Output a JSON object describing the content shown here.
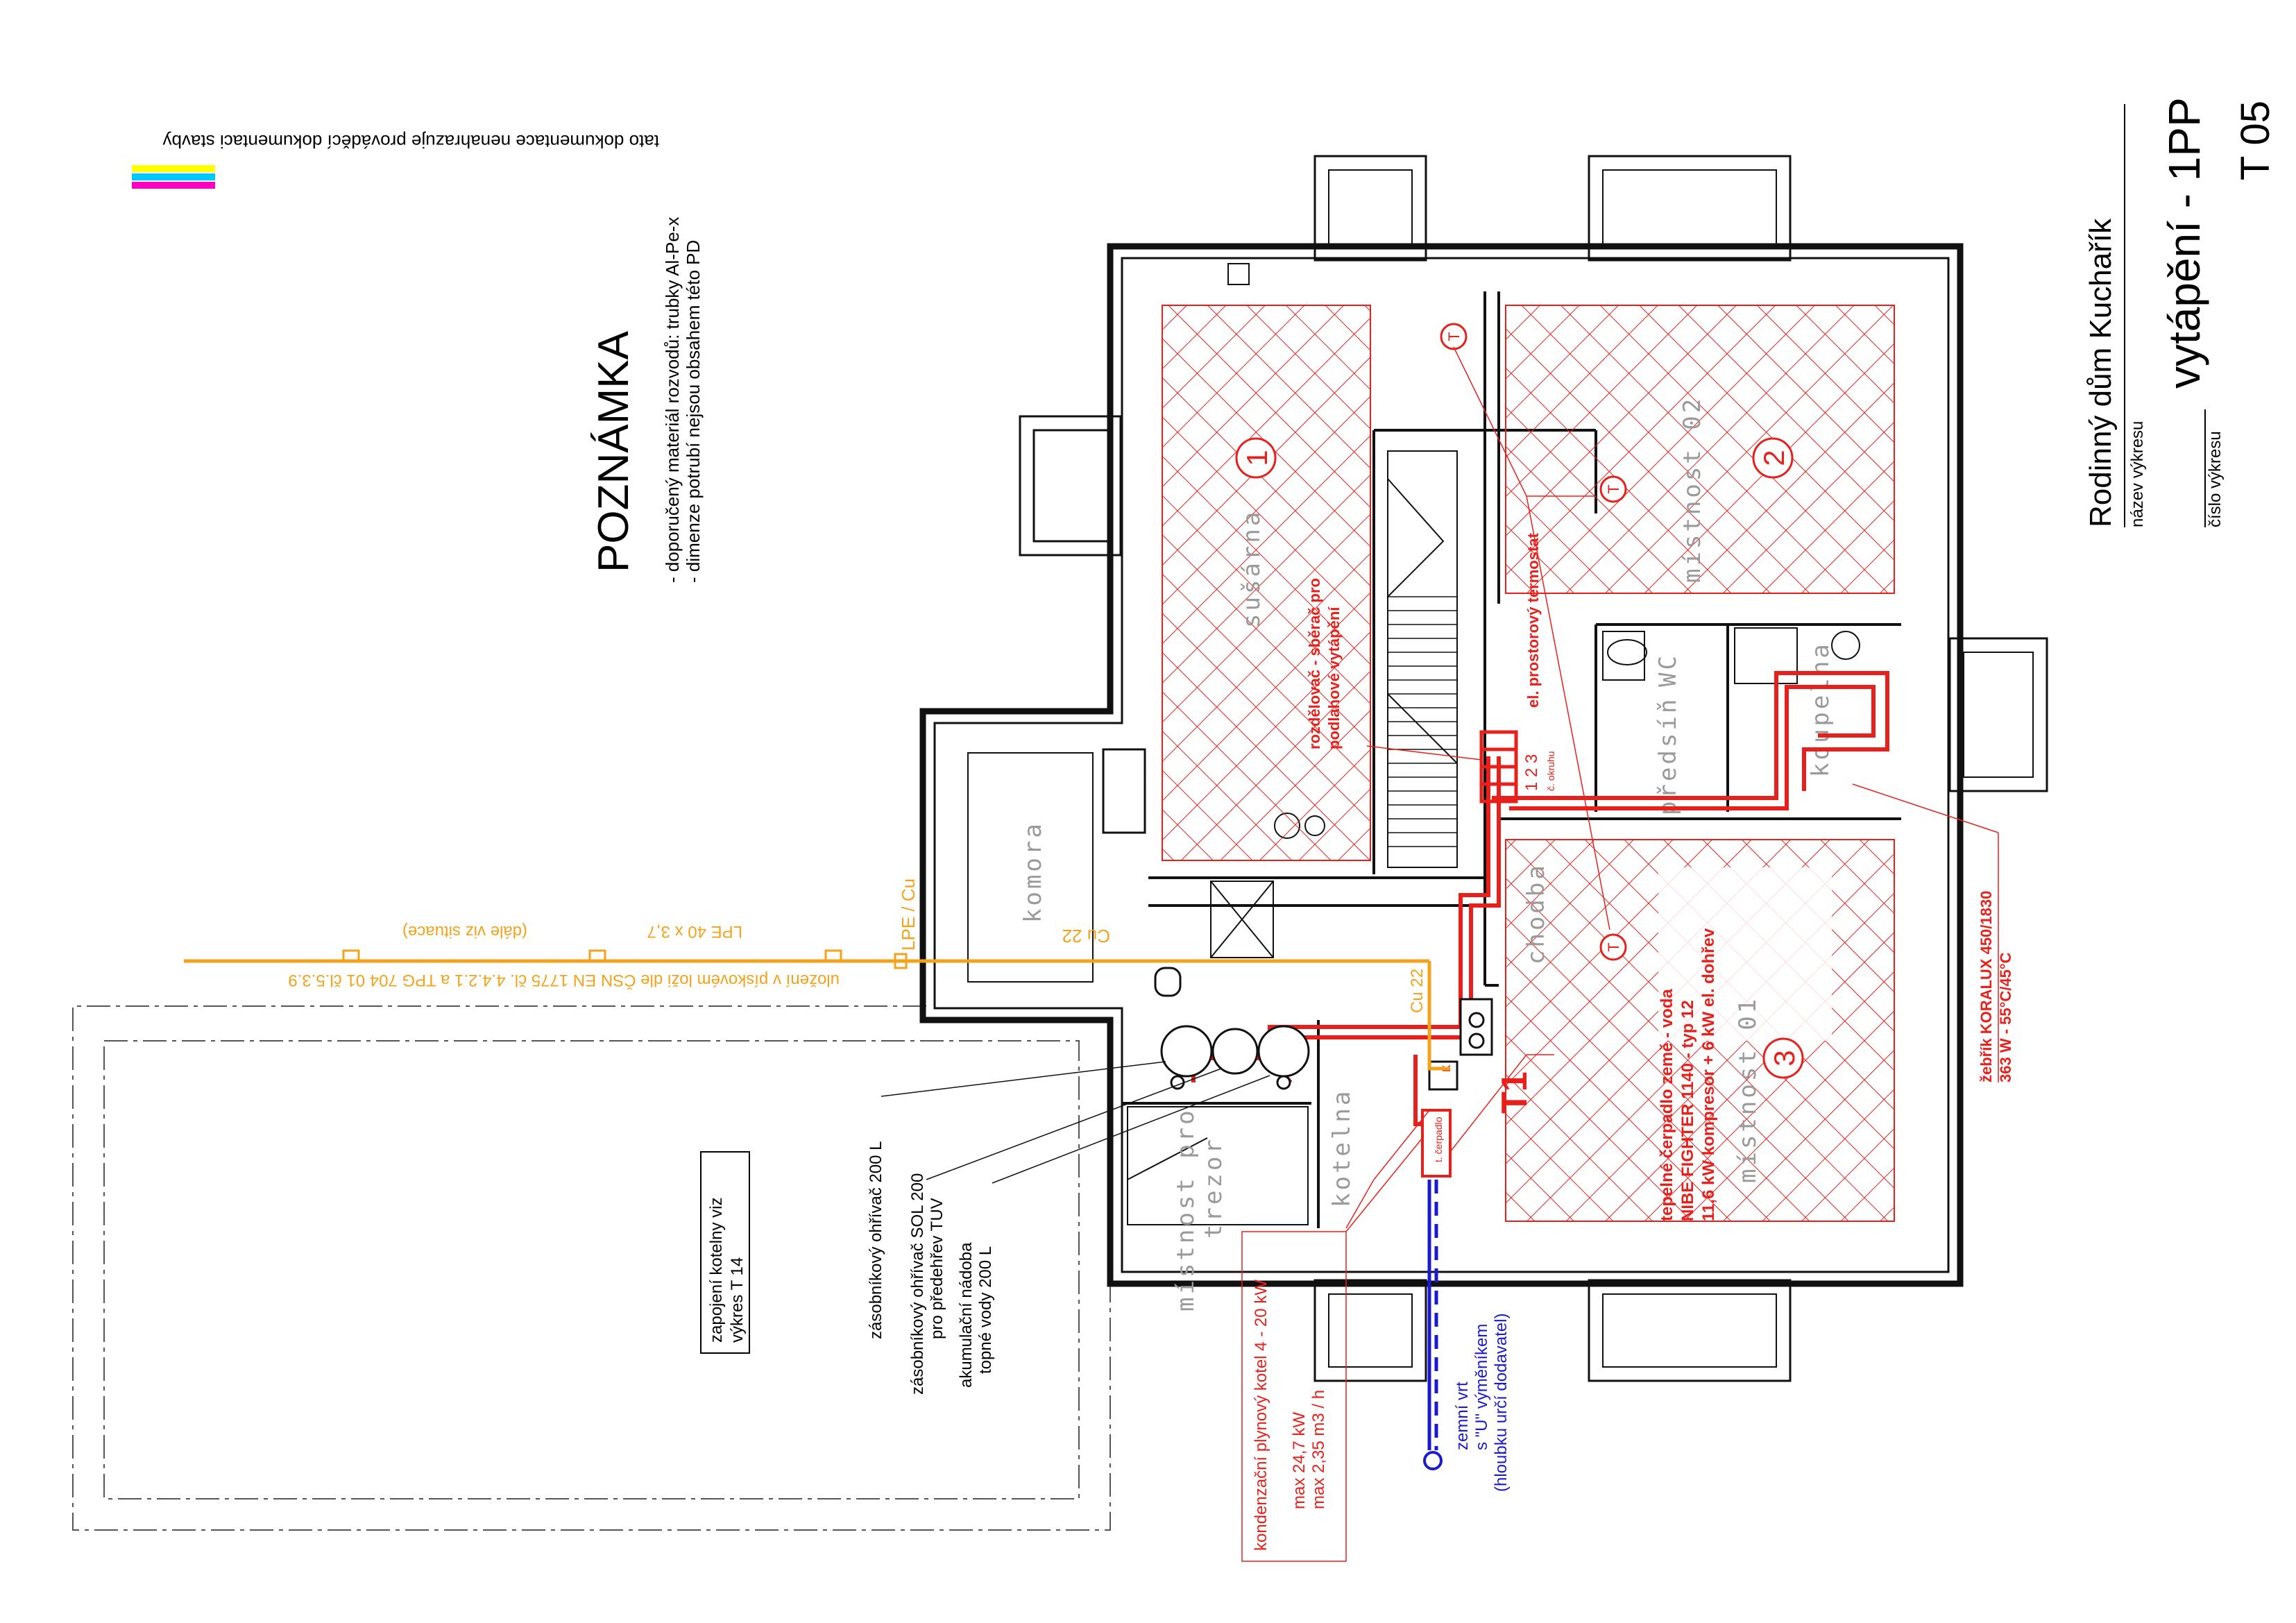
{
  "colors": {
    "heating": "#e8201c",
    "ground_loop": "#1a1ad0",
    "gas_pipe": "#f5a21b",
    "walls": "#111111",
    "room_labels": "#9a9a9a",
    "swatches": [
      "#ffff00",
      "#00c8ff",
      "#ff00c0"
    ]
  },
  "disclaimer": "tato dokumentace nenahrazuje prováděcí dokumentaci stavby",
  "note": {
    "title": "POZNÁMKA",
    "line1": "- doporučený materiál rozvodů: trubky Al-Pe-x",
    "line2": "- dimenze potrubí nejsou obsahem této PD"
  },
  "title_block": {
    "project": "Rodinný dům Kuchařík",
    "drawing_name_label": "název výkresu",
    "drawing_name": "vytápění - 1PP",
    "drawing_number_label": "číslo výkresu",
    "drawing_number": "T 05"
  },
  "rooms": {
    "susarna": "sušárna",
    "mistnost02": "místnost 02",
    "wc": "WC",
    "koupelna": "koupelna",
    "predsin": "předsíň",
    "chodba": "chodba",
    "komora": "komora",
    "mistnost01": "místnost 01",
    "kotelna": "kotelna",
    "trezor": "trezor",
    "mistnost_pro": "místnost pro"
  },
  "circuits": [
    "1",
    "2",
    "3"
  ],
  "manifold": {
    "numbers": "1 2 3",
    "sub": "č. okruhu",
    "label1": "rozdělovač - sběrač pro",
    "label2": "podlahové vytápění"
  },
  "thermostat_label": "el. prostorový termostat",
  "thermostat_symbol": "T",
  "ladder": {
    "line1": "žebřík KORALUX 450/1830",
    "line2": "363 W - 55°C/45°C"
  },
  "heat_pump": {
    "line1": "tepelné čerpadlo země - voda",
    "line2": "NIBE FIGHTER 1140 - typ 12",
    "line3": "11,6 kW kompresor + 6 kW el. dohřev",
    "unit_label": "t. čerpadlo",
    "k_label": "K",
    "tag": "T1"
  },
  "gas": {
    "cu_label": "Cu 22",
    "cu_label2": "Cu 22",
    "lpe": "LPE / Cu",
    "line1": "uložení v pískovém loži dle ČSN EN 1775 čl. 4.4.2.1 a TPG 704 01 čl.5.3.9",
    "line2": "LPE 40 x 3,7",
    "line3": "(dále viz situace)"
  },
  "boiler": {
    "line1": "kondenzační plynový kotel 4 - 20 kW",
    "line2": "max 24,7 kW",
    "line3": "max 2,35 m3 / h"
  },
  "ground_well": {
    "line1": "zemní vrt",
    "line2": "s \"U\" výměníkem",
    "line3": "(hloubku určí dodavatel)"
  },
  "tanks": {
    "t1": "zásobníkový ohřívač 200 L",
    "t2a": "zásobníkový ohřívač SOL 200",
    "t2b": "pro předehřev TUV",
    "t3a": "akumulační nádoba",
    "t3b": "topné vody 200 L"
  },
  "boiler_room_ref": {
    "line1": "zapojení kotelny viz",
    "line2": "výkres T 14"
  }
}
